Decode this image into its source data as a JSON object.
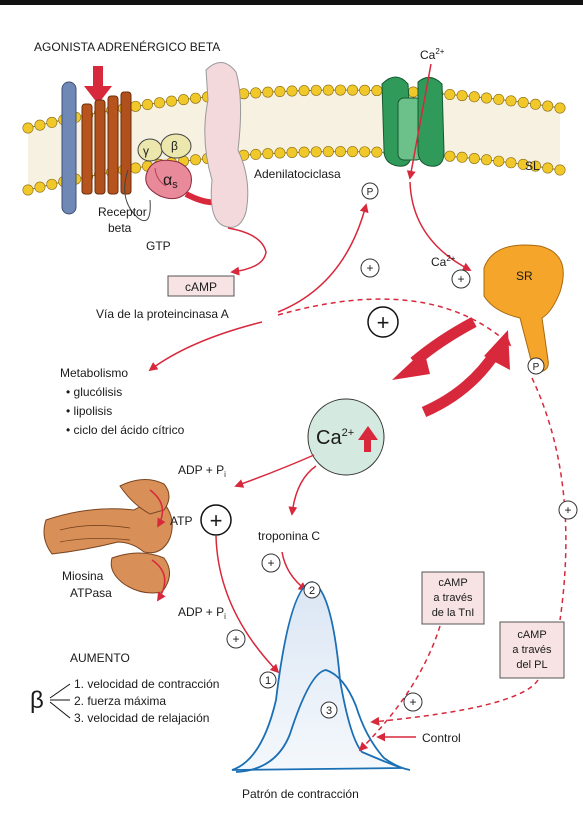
{
  "diagram": {
    "labels": {
      "agonist": "AGONISTA ADRENÉRGICO BETA",
      "receptor": "Receptor",
      "receptor_2": "beta",
      "gtp": "GTP",
      "gamma": "γ",
      "beta_subunit": "β",
      "alpha_s": "α",
      "alpha_sub": "s",
      "adenylate_cyclase": "Adenilatociclasa",
      "ca_top": "Ca",
      "ca_sup": "2+",
      "sl": "SL",
      "p": "P",
      "plus": "+",
      "camp": "cAMP",
      "pka_pathway": "Vía de la proteincinasa A",
      "ca_sr": "Ca",
      "sr": "SR",
      "metabolism": "Metabolismo",
      "glycolysis": "• glucólisis",
      "lipolysis": "• lipolisis",
      "citric": "• ciclo del ácido cítrico",
      "ca_center": "Ca",
      "adp_top": "ADP + P",
      "sub_i": "i",
      "atp": "ATP",
      "myosin_1": "Miosina",
      "myosin_2": "ATPasa",
      "troponin": "troponina C",
      "adp_bottom": "ADP + P",
      "camp_tni_1": "cAMP",
      "camp_tni_2": "a través",
      "camp_tni_3": "de la TnI",
      "camp_pl_1": "cAMP",
      "camp_pl_2": "a través",
      "camp_pl_3": "del PL",
      "increase": "AUMENTO",
      "inc_1": "1. velocidad de contracción",
      "inc_2": "2. fuerza máxima",
      "inc_3": "3. velocidad de relajación",
      "beta_symbol": "β",
      "n1": "1",
      "n2": "2",
      "n3": "3",
      "control": "Control",
      "contraction_pattern": "Patrón de contracción"
    },
    "colors": {
      "arrow_red": "#d8283c",
      "membrane_ball": "#f0c82a",
      "receptor_brown": "#b0501c",
      "receptor_blue": "#6f86b4",
      "cyclase_pink": "#f3d8dc",
      "channel_green": "#2f9a5a",
      "sr_orange": "#f5a52a",
      "ca_circle": "#d4e9df",
      "curve_blue": "#1b6fb5"
    }
  }
}
